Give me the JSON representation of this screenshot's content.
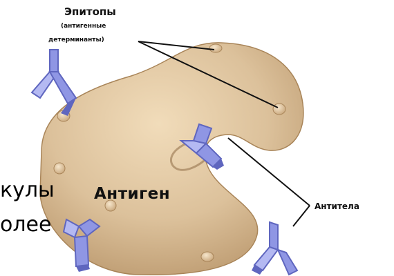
{
  "labels": {
    "epitopes_title": "Эпитопы",
    "epitopes_sub_line1": "(антигенные",
    "epitopes_sub_line2": "детерминанты)",
    "antigen": "Антиген",
    "antibodies": "Антитела"
  },
  "background_text": {
    "line1": "кулы",
    "line2": "олее"
  },
  "colors": {
    "antigen_fill": "#dcc19b",
    "antigen_shadow": "#b8956a",
    "antibody_fill": "#8f96e4",
    "antibody_dark": "#5f66bf",
    "antibody_light": "#b4b9f2",
    "line": "#111111"
  },
  "icons": [
    "antigen-blob",
    "antibody-icon"
  ]
}
